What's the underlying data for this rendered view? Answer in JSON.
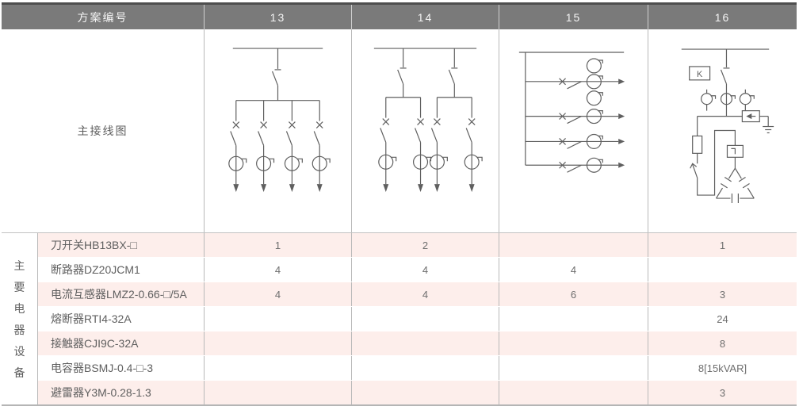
{
  "colors": {
    "header-bg": "#7a7a7a",
    "header-top": "#4e4e4e",
    "header-ink": "#f4f4f4",
    "row-alt": "#fdeeeb",
    "border": "#b9b9b9",
    "ink": "#5f5f5f",
    "value-ink": "#6e6e6e",
    "stroke": "#5f5f5f"
  },
  "table": {
    "header": {
      "scheme_label": "方案编号",
      "schemes": [
        "13",
        "14",
        "15",
        "16"
      ]
    },
    "diagram_label": "主接线图",
    "group_label": "主要电器设备",
    "group_chars": [
      "主",
      "要",
      "电",
      "器",
      "设",
      "备"
    ],
    "diagrams": {
      "k_label": "K"
    },
    "rows": [
      {
        "name": "刀开关HB13BX-□",
        "values": [
          "1",
          "2",
          "",
          "1"
        ]
      },
      {
        "name": "断路器DZ20JCM1",
        "values": [
          "4",
          "4",
          "4",
          ""
        ]
      },
      {
        "name": "电流互感器LMZ2-0.66-□/5A",
        "values": [
          "4",
          "4",
          "6",
          "3"
        ]
      },
      {
        "name": "熔断器RTI4-32A",
        "values": [
          "",
          "",
          "",
          "24"
        ]
      },
      {
        "name": "接触器CJI9C-32A",
        "values": [
          "",
          "",
          "",
          "8"
        ]
      },
      {
        "name": "电容器BSMJ-0.4-□-3",
        "values": [
          "",
          "",
          "",
          "8[15kVAR]"
        ]
      },
      {
        "name": "避雷器Y3M-0.28-1.3",
        "values": [
          "",
          "",
          "",
          "3"
        ]
      }
    ]
  }
}
